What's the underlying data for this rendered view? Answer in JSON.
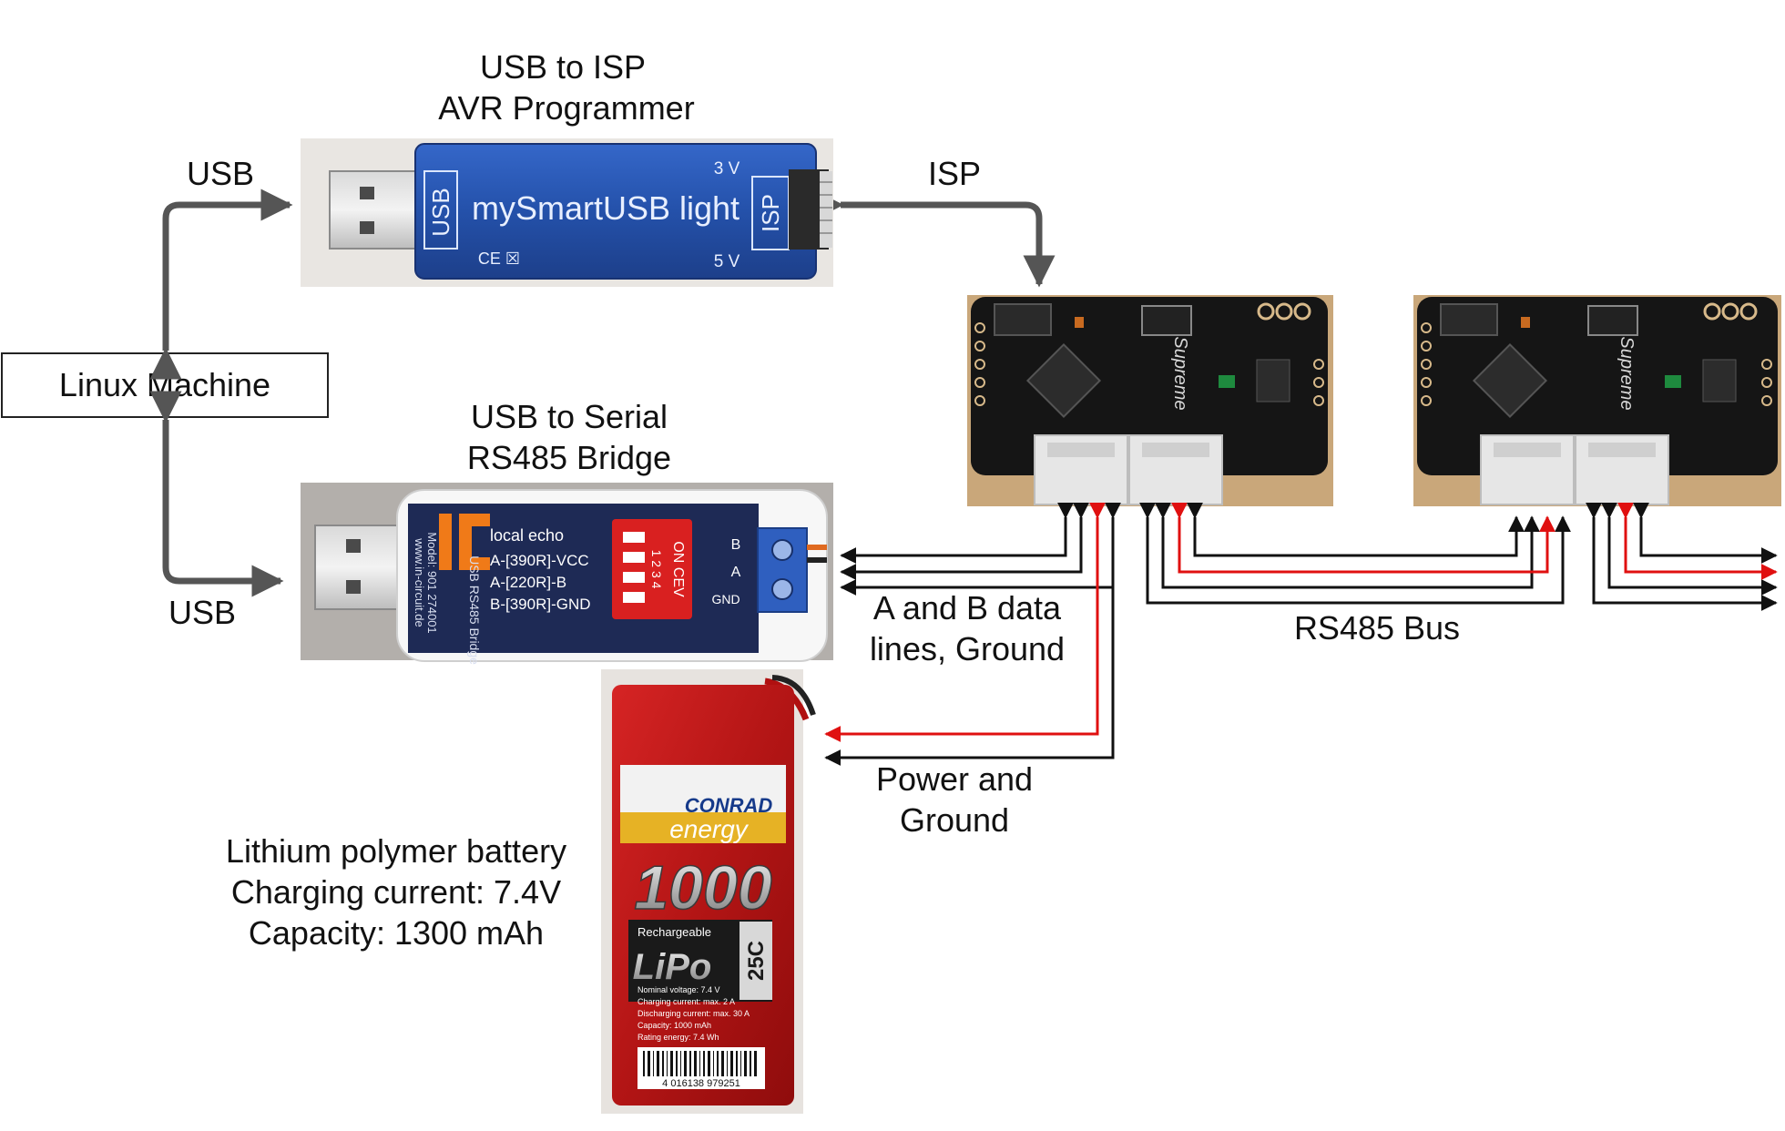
{
  "labels": {
    "usb_isp_line1": "USB to ISP",
    "usb_isp_line2": "AVR Programmer",
    "usb_top": "USB",
    "isp": "ISP",
    "linux": "Linux Machine",
    "usb_serial_line1": "USB to Serial",
    "usb_serial_line2": "RS485 Bridge",
    "usb_bottom": "USB",
    "ab_line1": "A and B data",
    "ab_line2": "lines, Ground",
    "bus": "RS485 Bus",
    "power_line1": "Power and",
    "power_line2": "Ground",
    "battery_line1": "Lithium polymer battery",
    "battery_line2": "Charging current: 7.4V",
    "battery_line3": "Capacity: 1300 mAh"
  },
  "programmer": {
    "brand": "mySmartUSB light",
    "usb_tag": "USB",
    "isp_tag": "ISP",
    "v3": "3 V",
    "v5": "5 V",
    "marks": "CE ☒"
  },
  "bridge": {
    "local_echo": "local echo",
    "row1": "A-[390R]-VCC",
    "row2": "A-[220R]-B",
    "row3": "B-[390R]-GND",
    "switch_label": "ON CEV",
    "switch_nums": "1 2 3 4",
    "side_text": "USB RS485 Bridge",
    "model": "Model: 901 274001",
    "url": "www.in-circuit.de",
    "term_b": "B",
    "term_a": "A",
    "term_gnd": "GND"
  },
  "battery": {
    "brand": "CONRAD",
    "energy": "energy",
    "capacity_big": "1000",
    "rechargeable": "Rechargeable",
    "lipo": "LiPo",
    "rating": "25C",
    "spec1": "Nominal voltage: 7.4 V",
    "spec2": "Charging current: max. 2 A",
    "spec3": "Discharging current: max. 30 A",
    "spec4": "Capacity: 1000 mAh",
    "spec5": "Rating energy: 7.4 Wh",
    "barcode": "4 016138 979251"
  },
  "boards": {
    "silk": "Supreme"
  },
  "colors": {
    "line_gray": "#555555",
    "wire_black": "#111111",
    "wire_red": "#e01010",
    "programmer_blue": "#2a5ab8",
    "battery_red": "#c81a1a",
    "pcb_dark": "#151515"
  }
}
